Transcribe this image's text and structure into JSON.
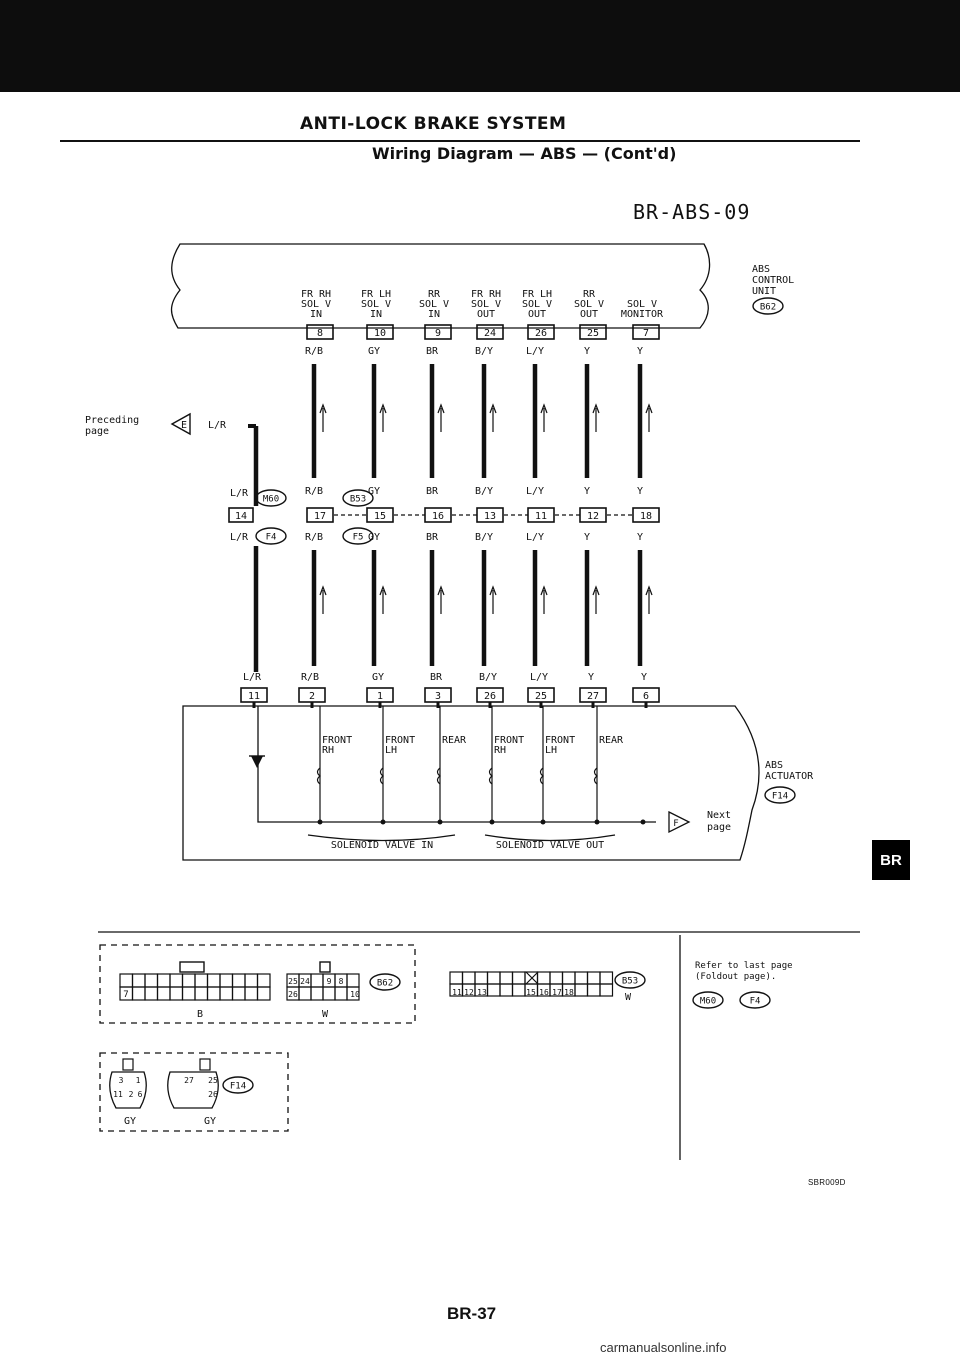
{
  "header": {
    "title": "ANTI-LOCK BRAKE SYSTEM",
    "subtitle": "Wiring Diagram — ABS — (Cont'd)",
    "diagram_id": "BR-ABS-09"
  },
  "control_unit": {
    "label_lines": [
      "ABS",
      "CONTROL",
      "UNIT"
    ],
    "connector": "B62",
    "terminals": [
      {
        "l1": "FR RH",
        "l2": "SOL V",
        "l3": "IN",
        "num": "8",
        "wire": "R/B"
      },
      {
        "l1": "FR LH",
        "l2": "SOL V",
        "l3": "IN",
        "num": "10",
        "wire": "GY"
      },
      {
        "l1": "RR",
        "l2": "SOL V",
        "l3": "IN",
        "num": "9",
        "wire": "BR"
      },
      {
        "l1": "FR RH",
        "l2": "SOL V",
        "l3": "OUT",
        "num": "24",
        "wire": "B/Y"
      },
      {
        "l1": "FR LH",
        "l2": "SOL V",
        "l3": "OUT",
        "num": "26",
        "wire": "L/Y"
      },
      {
        "l1": "RR",
        "l2": "SOL V",
        "l3": "OUT",
        "num": "25",
        "wire": "Y"
      },
      {
        "l1": "",
        "l2": "SOL V",
        "l3": "MONITOR",
        "num": "7",
        "wire": "Y"
      }
    ]
  },
  "preceding": {
    "text_line1": "Preceding",
    "text_line2": "page",
    "ref": "E",
    "wire": "L/R"
  },
  "mid_connectors": {
    "left_wire_top": "L/R",
    "left_num": "14",
    "left_wire_bottom": "L/R",
    "left_conn_top": "M60",
    "left_conn_bottom": "F4",
    "b53": "B53",
    "f5": "F5",
    "pins": [
      {
        "top_wire": "R/B",
        "num": "17",
        "bottom_wire": "R/B"
      },
      {
        "top_wire": "GY",
        "num": "15",
        "bottom_wire": "GY"
      },
      {
        "top_wire": "BR",
        "num": "16",
        "bottom_wire": "BR"
      },
      {
        "top_wire": "B/Y",
        "num": "13",
        "bottom_wire": "B/Y"
      },
      {
        "top_wire": "L/Y",
        "num": "11",
        "bottom_wire": "L/Y"
      },
      {
        "top_wire": "Y",
        "num": "12",
        "bottom_wire": "Y"
      },
      {
        "top_wire": "Y",
        "num": "18",
        "bottom_wire": "Y"
      }
    ]
  },
  "actuator": {
    "label_lines": [
      "ABS",
      "ACTUATOR"
    ],
    "connector": "F14",
    "terminals": [
      {
        "num": "11",
        "wire": "L/R"
      },
      {
        "num": "2",
        "wire": "R/B"
      },
      {
        "num": "1",
        "wire": "GY"
      },
      {
        "num": "3",
        "wire": "BR"
      },
      {
        "num": "26",
        "wire": "B/Y"
      },
      {
        "num": "25",
        "wire": "L/Y"
      },
      {
        "num": "27",
        "wire": "Y"
      },
      {
        "num": "6",
        "wire": "Y"
      }
    ],
    "valves": [
      {
        "l1": "FRONT",
        "l2": "RH"
      },
      {
        "l1": "FRONT",
        "l2": "LH"
      },
      {
        "l1": "REAR",
        "l2": ""
      },
      {
        "l1": "FRONT",
        "l2": "RH"
      },
      {
        "l1": "FRONT",
        "l2": "LH"
      },
      {
        "l1": "REAR",
        "l2": ""
      }
    ],
    "group_in": "SOLENOID VALVE IN",
    "group_out": "SOLENOID VALVE OUT",
    "next_ref": "F",
    "next_line1": "Next",
    "next_line2": "page"
  },
  "connector_views": {
    "b62": {
      "id": "B62",
      "color": "B",
      "color2": "W",
      "left_pin": "7",
      "pins_a": [
        "25",
        "24",
        "9",
        "8"
      ],
      "pins_b": [
        "26",
        "10"
      ]
    },
    "b53": {
      "id": "B53",
      "color": "W",
      "pins": [
        "11",
        "12",
        "13",
        "15",
        "16",
        "17",
        "18"
      ]
    },
    "f14": {
      "id": "F14",
      "pins_l": [
        "3",
        "1",
        "11",
        "2",
        "6"
      ],
      "pins_r": [
        "27",
        "25",
        "26"
      ],
      "color_l": "GY",
      "color_r": "GY"
    },
    "refer_line1": "Refer to last page",
    "refer_line2": "(Foldout page).",
    "refer_c1": "M60",
    "refer_c2": "F4"
  },
  "footer": {
    "code": "SBR009D",
    "page": "BR-37",
    "tab": "BR",
    "watermark": "carmanualsonline.info"
  }
}
